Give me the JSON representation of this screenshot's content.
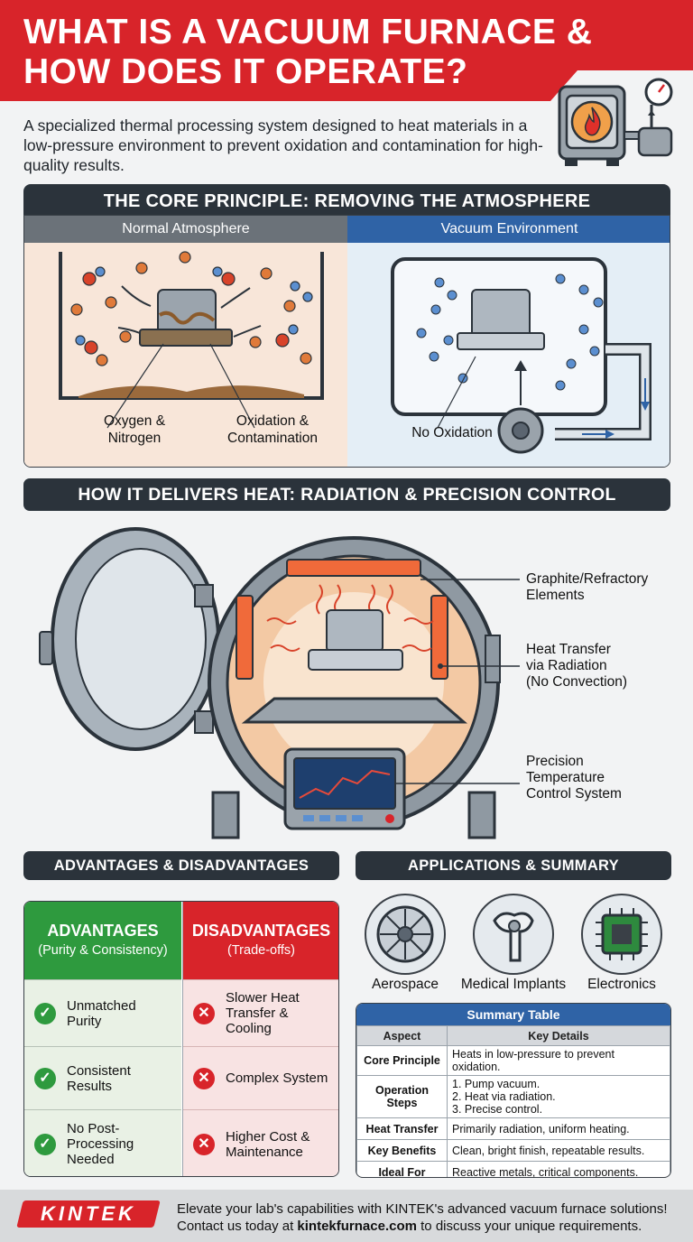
{
  "header": {
    "title_line1": "WHAT IS A VACUUM FURNACE &",
    "title_line2": "HOW DOES IT OPERATE?",
    "intro": "A specialized thermal processing system designed to heat materials in a low-pressure environment to prevent oxidation and contamination for high-quality results."
  },
  "core": {
    "heading": "THE CORE PRINCIPLE: REMOVING THE ATMOSPHERE",
    "left_title": "Normal Atmosphere",
    "right_title": "Vacuum Environment",
    "caption_gas_line1": "Oxygen &",
    "caption_gas_line2": "Nitrogen",
    "caption_ox_line1": "Oxidation &",
    "caption_ox_line2": "Contamination",
    "caption_no_ox": "No Oxidation"
  },
  "heat": {
    "heading": "HOW IT DELIVERS HEAT: RADIATION & PRECISION CONTROL",
    "callout1_line1": "Graphite/Refractory",
    "callout1_line2": "Elements",
    "callout2_line1": "Heat Transfer",
    "callout2_line2": "via Radiation",
    "callout2_line3": "(No Convection)",
    "callout3_line1": "Precision",
    "callout3_line2": "Temperature",
    "callout3_line3": "Control System"
  },
  "adv": {
    "heading": "ADVANTAGES & DISADVANTAGES",
    "adv_title": "ADVANTAGES",
    "adv_sub": "(Purity & Consistency)",
    "dis_title": "DISADVANTAGES",
    "dis_sub": "(Trade-offs)",
    "advantages": [
      {
        "l1": "Unmatched",
        "l2": "Purity",
        "l3": ""
      },
      {
        "l1": "Consistent",
        "l2": "Results",
        "l3": ""
      },
      {
        "l1": "No Post-",
        "l2": "Processing",
        "l3": "Needed"
      }
    ],
    "disadvantages": [
      {
        "l1": "Slower Heat",
        "l2": "Transfer &",
        "l3": "Cooling"
      },
      {
        "l1": "Complex System",
        "l2": "",
        "l3": ""
      },
      {
        "l1": "Higher Cost &",
        "l2": "Maintenance",
        "l3": ""
      }
    ]
  },
  "apps": {
    "heading": "APPLICATIONS & SUMMARY",
    "items": [
      "Aerospace",
      "Medical Implants",
      "Electronics"
    ]
  },
  "summary": {
    "title": "Summary Table",
    "col1": "Aspect",
    "col2": "Key Details",
    "rows": [
      {
        "aspect": "Core Principle",
        "d1": "Heats in low-pressure to prevent oxidation.",
        "d2": "",
        "d3": ""
      },
      {
        "aspect": "Operation Steps",
        "d1": "1. Pump vacuum.",
        "d2": "2. Heat via radiation.",
        "d3": "3. Precise control."
      },
      {
        "aspect": "Heat Transfer",
        "d1": "Primarily radiation, uniform heating.",
        "d2": "",
        "d3": ""
      },
      {
        "aspect": "Key Benefits",
        "d1": "Clean, bright finish, repeatable results.",
        "d2": "",
        "d3": ""
      },
      {
        "aspect": "Ideal For",
        "d1": "Reactive metals, critical components.",
        "d2": "",
        "d3": ""
      }
    ]
  },
  "footer": {
    "brand": "KINTEK",
    "line1": "Elevate your lab's capabilities with KINTEK's advanced vacuum furnace solutions!",
    "line2_pre": "Contact us today at ",
    "line2_link": "kintekfurnace.com",
    "line2_post": " to discuss your unique requirements."
  },
  "colors": {
    "brand_red": "#d8242a",
    "dark": "#2b333b",
    "blue": "#2f63a6",
    "green": "#2e9a3e"
  }
}
